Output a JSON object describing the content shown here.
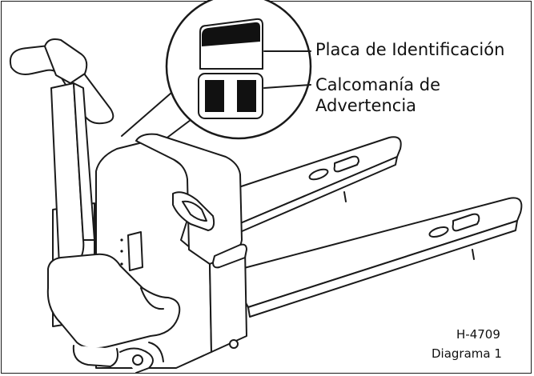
{
  "labels": {
    "plate": "Placa de Identificación",
    "warning_line1": "Calcomanía de",
    "warning_line2": "Advertencia"
  },
  "figure": {
    "code": "H-4709",
    "caption": "Diagrama 1"
  },
  "colors": {
    "line": "#1a1a1a",
    "fill_dark": "#111111",
    "background": "#ffffff"
  }
}
